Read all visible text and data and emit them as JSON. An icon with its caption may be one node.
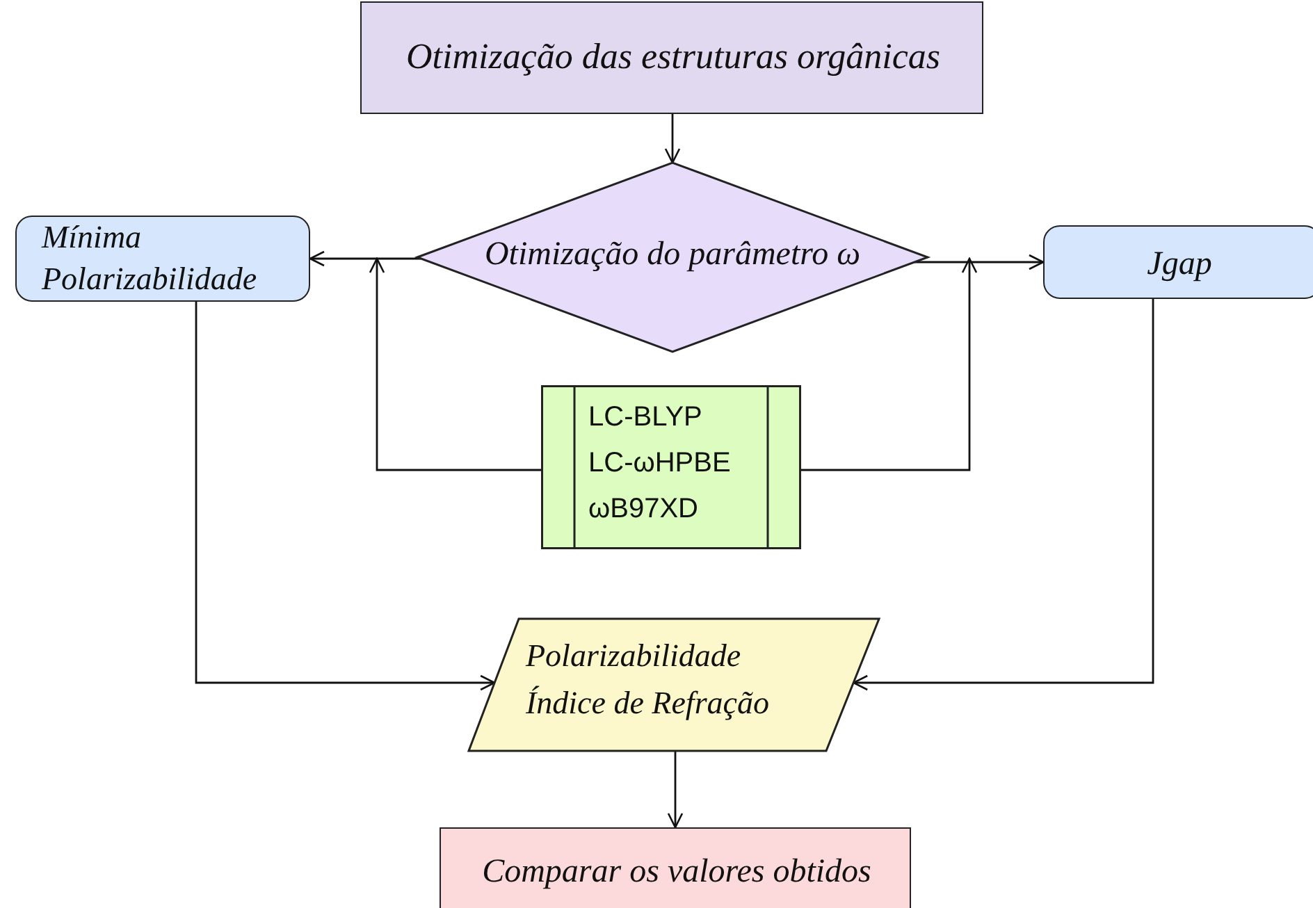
{
  "diagram": {
    "nodes": [
      {
        "text": [
          "Otimização das estruturas orgânicas"
        ]
      },
      {
        "text": [
          "Otimização do parâmetro ω"
        ]
      },
      {
        "text": [
          "Mínima Polarizabilidade"
        ]
      },
      {
        "text": [
          "Jgap"
        ]
      },
      {
        "text": [
          "LC-BLYP",
          "LC-ωHPBE",
          "ωB97XD"
        ]
      },
      {
        "text": [
          "Polarizabilidade",
          "Índice de Refração"
        ]
      },
      {
        "text": [
          "Comparar os valores obtidos"
        ]
      }
    ],
    "edges": [
      {
        "from": 0,
        "to": 1,
        "arrow": "to"
      },
      {
        "from": 1,
        "to": 2,
        "arrow": "to"
      },
      {
        "from": 1,
        "to": 3,
        "arrow": "to"
      },
      {
        "from": 4,
        "to": null,
        "arrow": "to"
      },
      {
        "from": 4,
        "to": null,
        "arrow": "to"
      },
      {
        "from": 2,
        "to": 5,
        "arrow": "to"
      },
      {
        "from": 3,
        "to": 5,
        "arrow": "to"
      },
      {
        "from": 5,
        "to": 6,
        "arrow": "to"
      }
    ]
  }
}
